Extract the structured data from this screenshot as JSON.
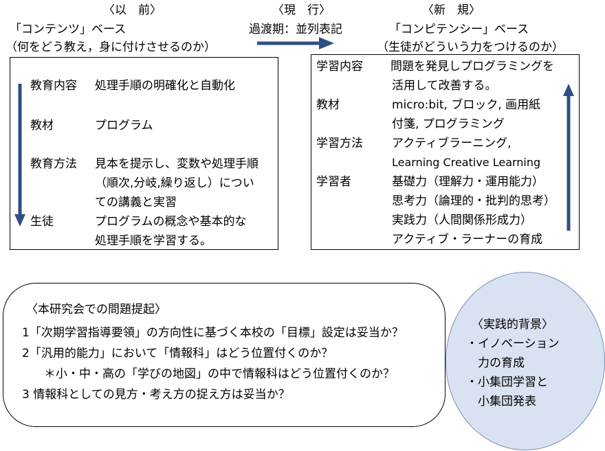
{
  "headers": {
    "before": "〈以　前〉",
    "current": "〈現　行〉",
    "new": "〈新　規〉"
  },
  "left": {
    "title": "「コンテンツ」ベース",
    "subtitle": "（何をどう教え，身に付けさせるのか）",
    "rows": [
      {
        "label": "教育内容",
        "lines": [
          "処理手順の明確化と自動化"
        ]
      },
      {
        "label": "教材",
        "lines": [
          "プログラム"
        ]
      },
      {
        "label": "教育方法",
        "lines": [
          "見本を提示し、変数や処理手順",
          "（順次,分岐,繰り返し）につい",
          "ての講義と実習"
        ]
      },
      {
        "label": "生徒",
        "lines": [
          " プログラムの概念や基本的な",
          "処理手順を学習する。"
        ]
      }
    ]
  },
  "middle": {
    "label": "過渡期：並列表記"
  },
  "right": {
    "title": "「コンピテンシー」ベース",
    "subtitle": "（生徒がどういう力をつけるのか）",
    "rows": [
      {
        "label": "学習内容",
        "lines": [
          " 問題を発見しプログラミングを",
          "活用して改善する。"
        ]
      },
      {
        "label": "教材",
        "lines": [
          "micro:bit, ブロック, 画用紙",
          "付箋, プログラミング"
        ]
      },
      {
        "label": "学習方法",
        "lines": [
          "アクティブラーニング,",
          "Learning Creative Learning"
        ]
      },
      {
        "label": "学習者",
        "lines": [
          "基礎力（理解力・運用能力）",
          "思考力（論理的・批判的思考）",
          "実践力（人間関係形成力）",
          "アクティブ・ラーナーの育成"
        ]
      }
    ]
  },
  "issues": {
    "heading": "〈本研究会での問題提起〉",
    "items": [
      "1「次期学習指導要領」の方向性に基づく本校の「目標」設定は妥当か？",
      "2「汎用的能力」において「情報科」はどう位置付くのか？",
      "＊小・中・高の「学びの地図」の中で情報科はどう位置付くのか？",
      "3  情報科としての見方・考え方の捉え方は妥当か？"
    ]
  },
  "background": {
    "heading": "〈実践的背景〉",
    "lines": [
      "・イノベーション",
      "　力の育成",
      "・小集団学習と",
      "　小集団発表"
    ]
  },
  "colors": {
    "arrow": "#2e4f82",
    "circle_fill": "#d9e2f1"
  }
}
